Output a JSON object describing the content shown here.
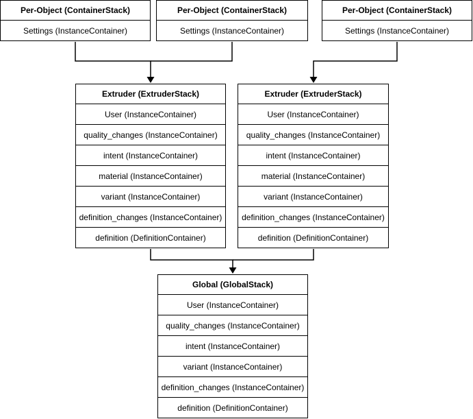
{
  "colors": {
    "border": "#000000",
    "background": "#ffffff",
    "text": "#000000"
  },
  "per_object_stacks": [
    {
      "title": "Per-Object (ContainerStack)",
      "rows": [
        "Settings (InstanceContainer)"
      ]
    },
    {
      "title": "Per-Object (ContainerStack)",
      "rows": [
        "Settings (InstanceContainer)"
      ]
    },
    {
      "title": "Per-Object (ContainerStack)",
      "rows": [
        "Settings (InstanceContainer)"
      ]
    }
  ],
  "extruder_stacks": [
    {
      "title": "Extruder (ExtruderStack)",
      "rows": [
        "User (InstanceContainer)",
        "quality_changes (InstanceContainer)",
        "intent (InstanceContainer)",
        "material (InstanceContainer)",
        "variant (InstanceContainer)",
        "definition_changes (InstanceContainer)",
        "definition (DefinitionContainer)"
      ]
    },
    {
      "title": "Extruder (ExtruderStack)",
      "rows": [
        "User (InstanceContainer)",
        "quality_changes (InstanceContainer)",
        "intent (InstanceContainer)",
        "material (InstanceContainer)",
        "variant (InstanceContainer)",
        "definition_changes (InstanceContainer)",
        "definition (DefinitionContainer)"
      ]
    }
  ],
  "global_stack": {
    "title": "Global (GlobalStack)",
    "rows": [
      "User (InstanceContainer)",
      "quality_changes (InstanceContainer)",
      "intent (InstanceContainer)",
      "variant (InstanceContainer)",
      "definition_changes (InstanceContainer)",
      "definition (DefinitionContainer)"
    ]
  },
  "edges": [
    {
      "from": "per-object-stack-1",
      "to": "extruder-stack-1"
    },
    {
      "from": "per-object-stack-2",
      "to": "extruder-stack-1"
    },
    {
      "from": "per-object-stack-3",
      "to": "extruder-stack-2"
    },
    {
      "from": "extruder-stack-1",
      "to": "global-stack"
    },
    {
      "from": "extruder-stack-2",
      "to": "global-stack"
    }
  ]
}
